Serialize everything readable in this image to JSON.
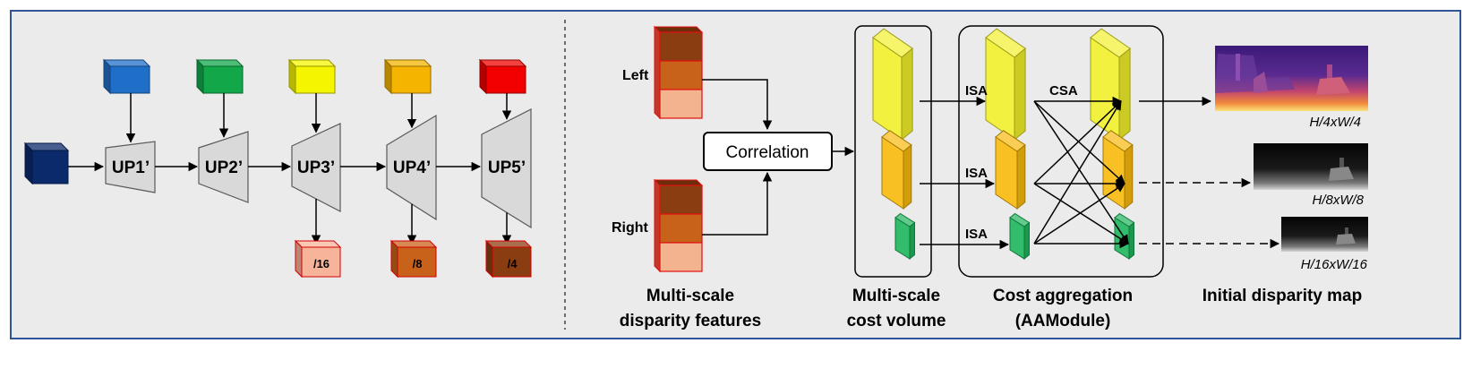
{
  "left_panel": {
    "modules": [
      {
        "label": "UP1’",
        "input_color": "#1f6fc8"
      },
      {
        "label": "UP2’",
        "input_color": "#12a84a"
      },
      {
        "label": "UP3’",
        "input_color": "#f5f500"
      },
      {
        "label": "UP4’",
        "input_color": "#f5b400"
      },
      {
        "label": "UP5’",
        "input_color": "#f20000"
      }
    ],
    "input_cube_color": "#0b2a6b",
    "outputs": [
      {
        "label": "/16",
        "color": "#f7b49a"
      },
      {
        "label": "/8",
        "color": "#c8621a"
      },
      {
        "label": "/4",
        "color": "#8b3d12"
      }
    ]
  },
  "right_panel": {
    "left_label": "Left",
    "right_label": "Right",
    "correlation_label": "Correlation",
    "features_caption": [
      "Multi-scale",
      "disparity features"
    ],
    "cost_volume_caption": [
      "Multi-scale",
      "cost volume"
    ],
    "aggregation_caption": [
      "Cost aggregation",
      "(AAModule)"
    ],
    "disparity_caption": "Initial disparity map",
    "isa_label": "ISA",
    "csa_label": "CSA",
    "map_sizes": [
      "H/4xW/4",
      "H/8xW/8",
      "H/16xW/16"
    ]
  },
  "colors": {
    "panel_bg": "#ebebeb",
    "frame": "#2f5597",
    "cost_yellow": "#f0ef2a",
    "cost_orange": "#f8b90c",
    "cost_green": "#1cb45a"
  }
}
